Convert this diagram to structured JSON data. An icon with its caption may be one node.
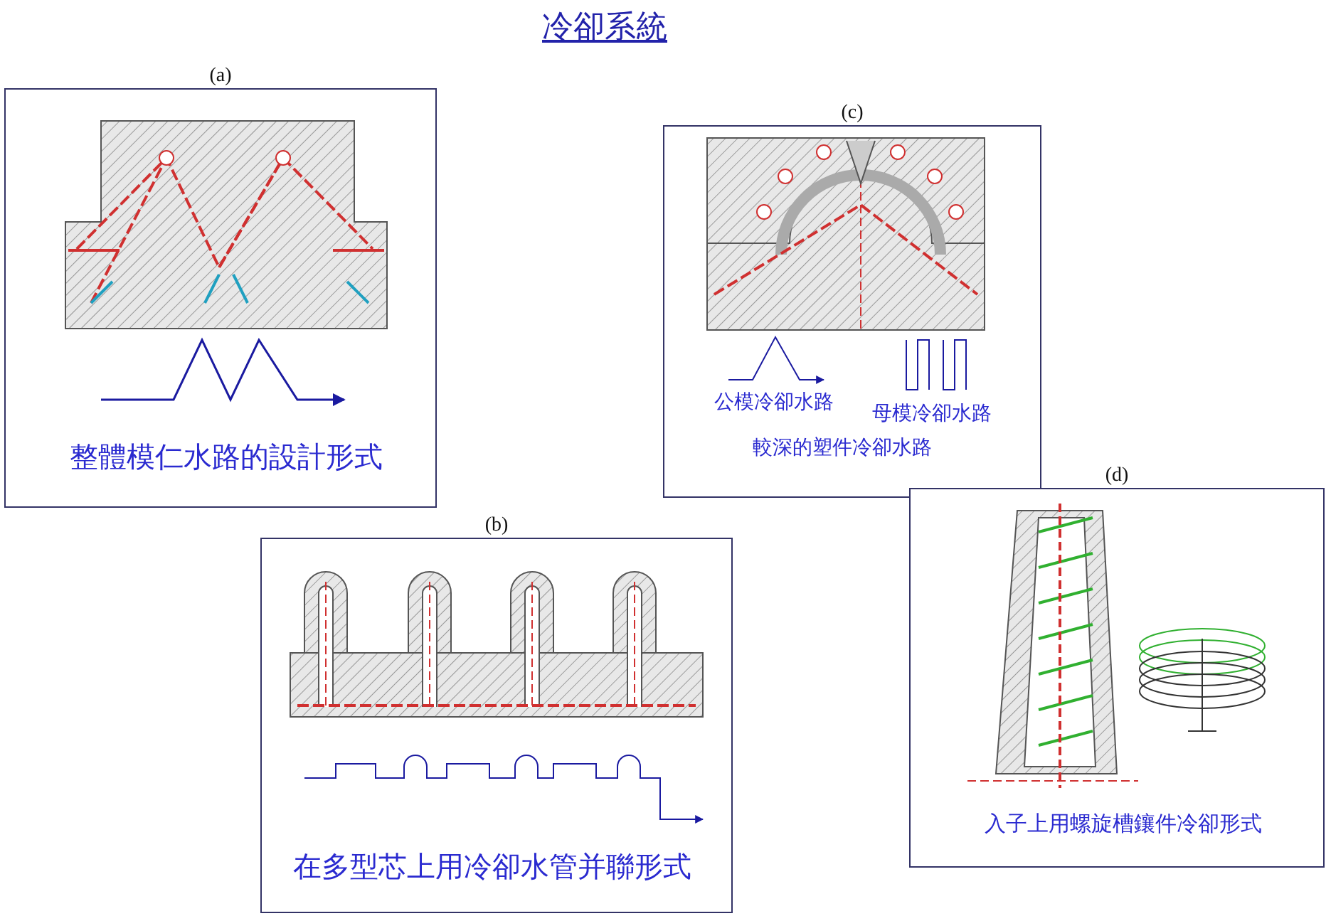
{
  "diagram": {
    "title": "冷卻系統",
    "nodes": [
      {
        "text": [
          "(a)",
          "整體模仁水路的設計形式"
        ]
      },
      {
        "text": [
          "(c)",
          "公模冷卻水路",
          "母模冷卻水路",
          "較深的塑件冷卻水路"
        ]
      },
      {
        "text": [
          "(b)",
          "在多型芯上用冷卻水管并聯形式"
        ]
      },
      {
        "text": [
          "(d)",
          "入子上用螺旋槽鑲件冷卻形式"
        ]
      }
    ]
  }
}
